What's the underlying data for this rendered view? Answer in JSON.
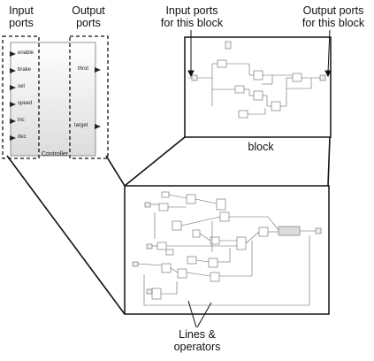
{
  "callouts": {
    "input_ports": [
      "Input",
      "ports"
    ],
    "output_ports": [
      "Output",
      "ports"
    ],
    "input_ports_block": [
      "Input ports",
      "for this block"
    ],
    "output_ports_block": [
      "Output ports",
      "for this block"
    ],
    "block": "block",
    "lines_operators": [
      "Lines &",
      "operators"
    ]
  },
  "controller": {
    "name": "Controller",
    "inputs": [
      "enable",
      "brake",
      "set",
      "speed",
      "inc",
      "dec"
    ],
    "outputs": [
      "throt",
      "target"
    ]
  }
}
